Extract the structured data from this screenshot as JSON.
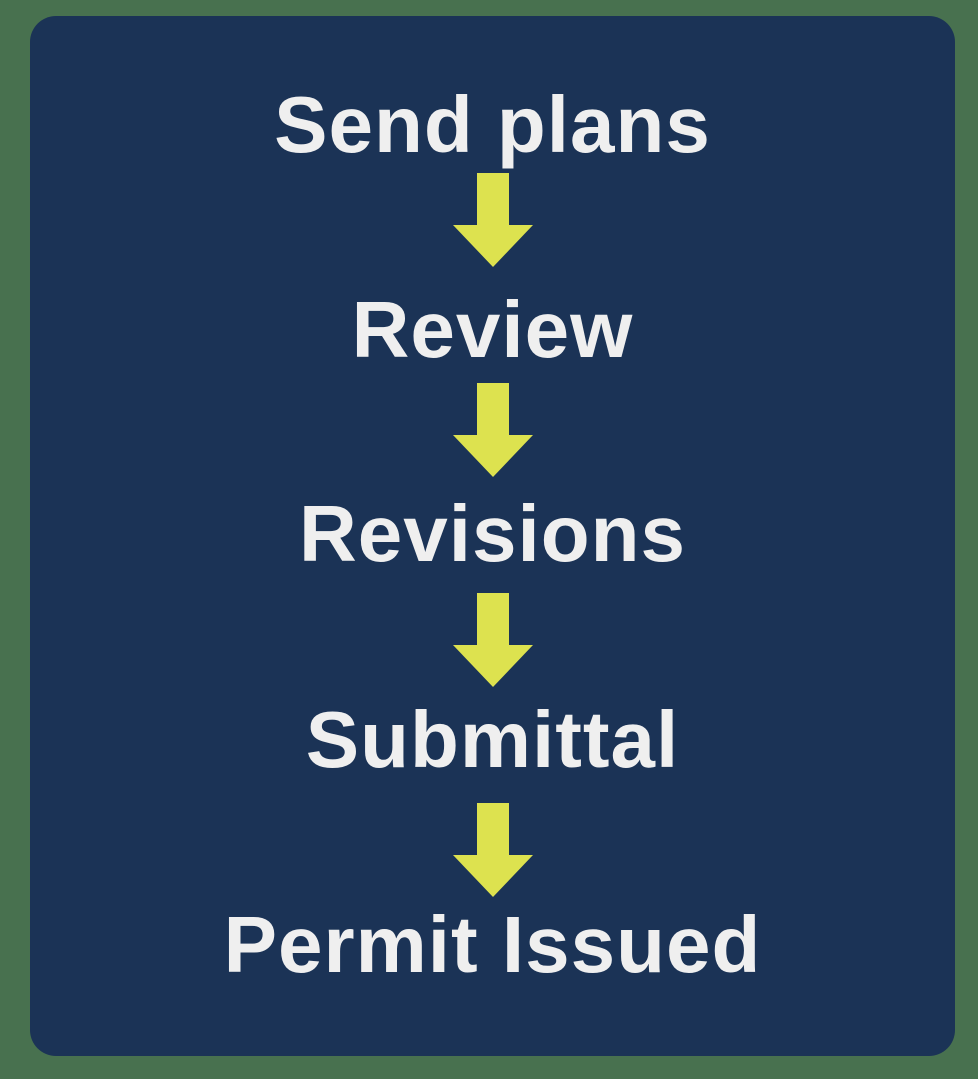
{
  "diagram": {
    "type": "flowchart",
    "direction": "top-down",
    "steps": [
      {
        "label": "Send plans"
      },
      {
        "label": "Review"
      },
      {
        "label": "Revisions"
      },
      {
        "label": "Submittal"
      },
      {
        "label": "Permit Issued"
      }
    ],
    "connector_icon": "down-arrow-icon",
    "colors": {
      "page-bg": "#48714f",
      "card-bg": "#1b3356",
      "arrow": "#dde24f",
      "text": "#efefef"
    }
  }
}
